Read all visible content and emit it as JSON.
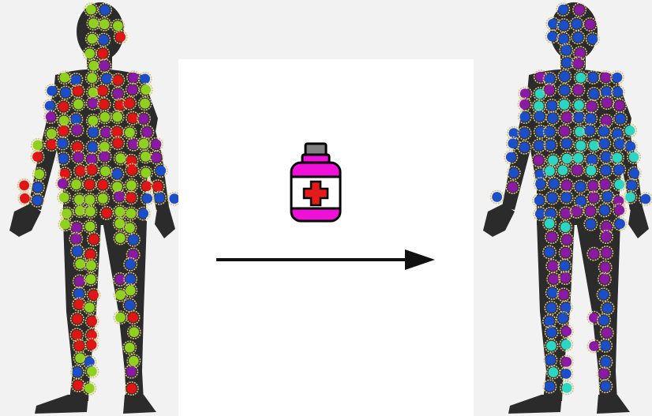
{
  "colors": {
    "background": "#f2f2f2",
    "panel": "#ffffff",
    "body_silhouette": "#2b2b2b",
    "cell_outline": "#d9c27a",
    "green": "#8fd11e",
    "red": "#e01616",
    "blue": "#1c4fc7",
    "purple": "#8a1aa3",
    "teal": "#2dd6c3",
    "bottle_magenta": "#f011d8",
    "bottle_cap": "#808080",
    "cross_red": "#e51a1a",
    "arrow": "#111111"
  },
  "before": {
    "name": "before-treatment",
    "palette": [
      "green",
      "red",
      "blue",
      "purple"
    ],
    "mix": [
      0.45,
      0.28,
      0.15,
      0.12
    ]
  },
  "after": {
    "name": "after-treatment",
    "palette": [
      "blue",
      "purple",
      "teal"
    ],
    "mix": [
      0.52,
      0.3,
      0.18
    ]
  },
  "icons": {
    "medicine": "medicine-bottle-icon",
    "arrow": "right-arrow-icon"
  }
}
